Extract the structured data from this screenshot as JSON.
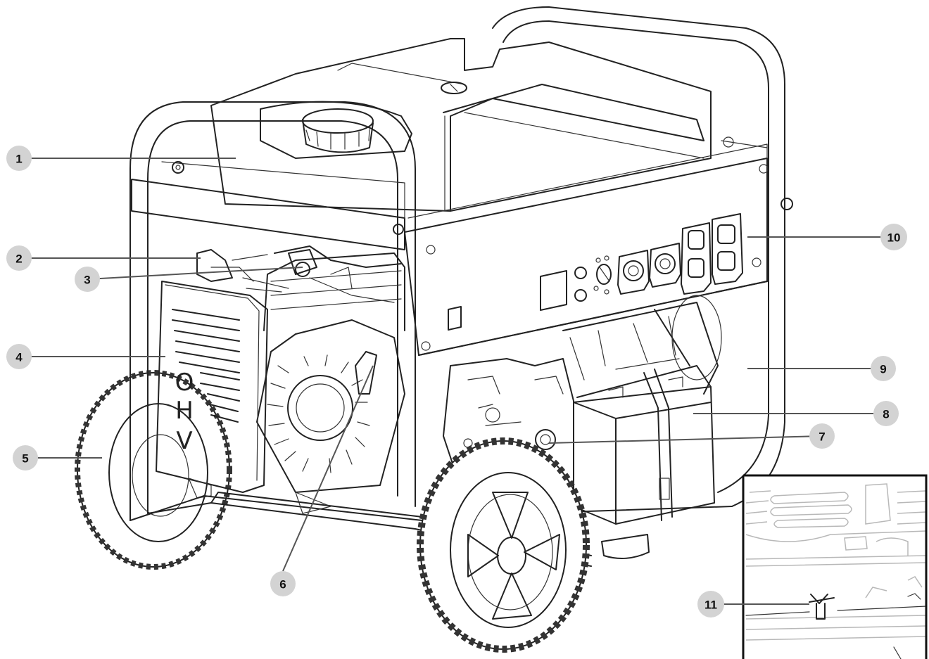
{
  "diagram": {
    "engraving": [
      "O",
      "H",
      "V"
    ],
    "callouts": [
      {
        "label": "1"
      },
      {
        "label": "2"
      },
      {
        "label": "3"
      },
      {
        "label": "4"
      },
      {
        "label": "5"
      },
      {
        "label": "6"
      },
      {
        "label": "7"
      },
      {
        "label": "8"
      },
      {
        "label": "9"
      },
      {
        "label": "10"
      },
      {
        "label": "11"
      }
    ]
  }
}
